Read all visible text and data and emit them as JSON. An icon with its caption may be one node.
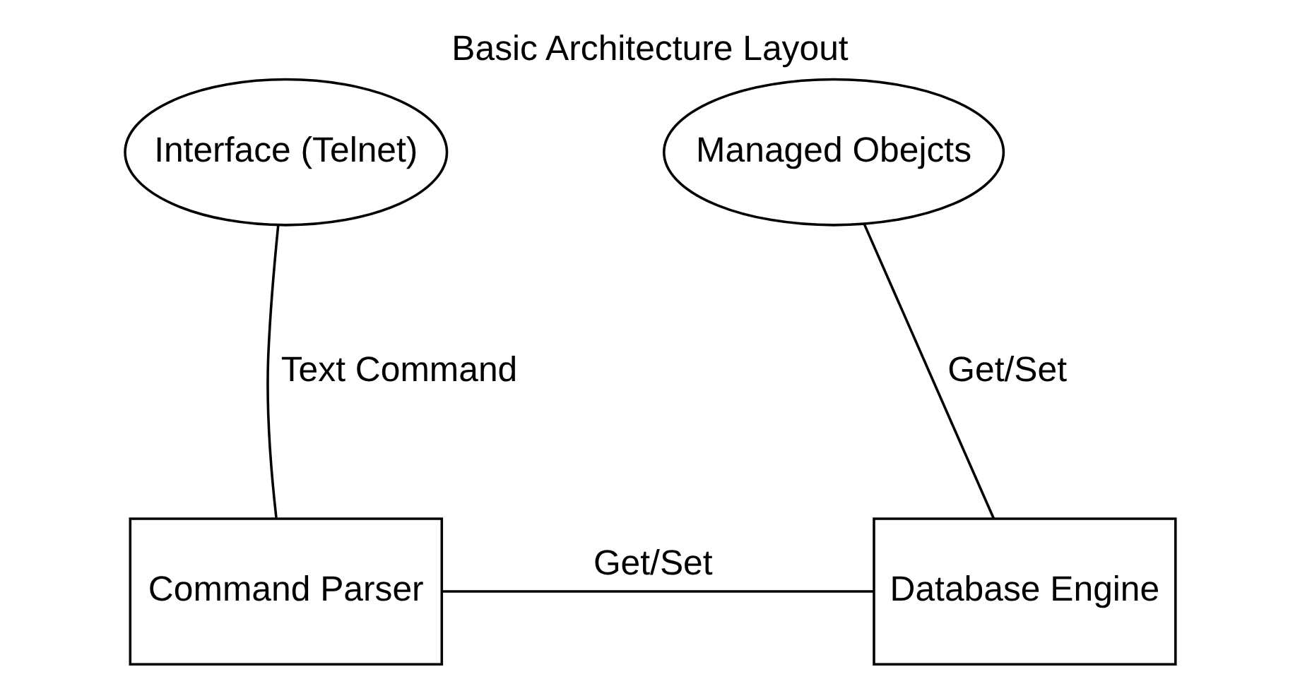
{
  "diagram": {
    "title": "Basic Architecture Layout",
    "nodes": [
      {
        "text": [
          "Interface (Telnet)"
        ]
      },
      {
        "text": [
          "Managed Obejcts"
        ]
      },
      {
        "text": [
          "Command Parser"
        ]
      },
      {
        "text": [
          "Database Engine"
        ]
      }
    ],
    "edges": [
      {
        "from": 0,
        "to": 2,
        "arrow": "none",
        "label": "Text Command"
      },
      {
        "from": 2,
        "to": 3,
        "arrow": "none",
        "label": "Get/Set"
      },
      {
        "from": 3,
        "to": 1,
        "arrow": "none",
        "label": "Get/Set"
      }
    ]
  }
}
